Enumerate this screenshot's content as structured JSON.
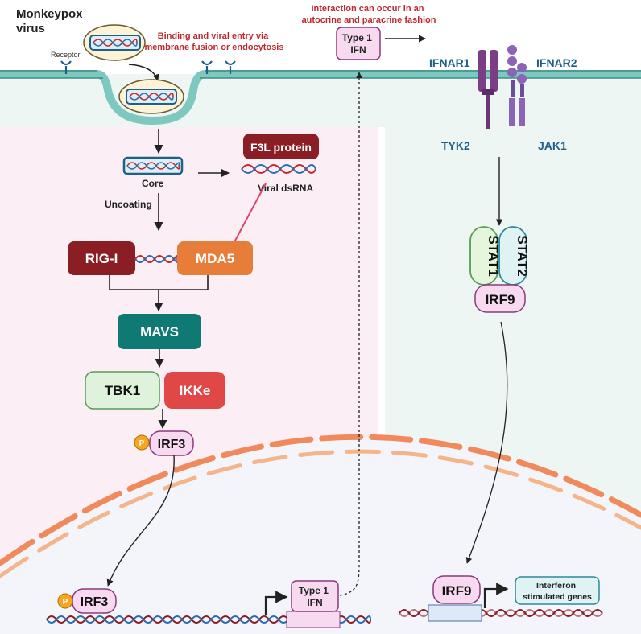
{
  "virus": {
    "name_line1": "Monkeypox",
    "name_line2": "virus"
  },
  "receptor_label": "Receptor",
  "entry_label": {
    "line1": "Binding and viral entry via",
    "line2": "membrane fusion or endocytosis"
  },
  "interaction_label": {
    "line1": "Interaction can occur in an",
    "line2": "autocrine and paracrine fashion"
  },
  "type1_ifn_top": {
    "line1": "Type 1",
    "line2": "IFN"
  },
  "receptors": {
    "ifnar1": "IFNAR1",
    "ifnar2": "IFNAR2",
    "tyk2": "TYK2",
    "jak1": "JAK1"
  },
  "core_label": "Core",
  "uncoating_label": "Uncoating",
  "f3l_label": "F3L protein",
  "viral_dsrna_label": "Viral dsRNA",
  "rig_i_label": "RIG-I",
  "mda5_label": "MDA5",
  "mavs_label": "MAVS",
  "tbk1_label": "TBK1",
  "ikke_label": "IKKe",
  "irf3_label": "IRF3",
  "phospho_label": "P",
  "stat1_label": "STAT1",
  "stat2_label": "STAT2",
  "irf9_label": "IRF9",
  "type1_ifn_gene": {
    "line1": "Type 1",
    "line2": "IFN"
  },
  "isg_label": {
    "line1": "Interferon",
    "line2": "stimulated genes"
  },
  "colors": {
    "membrane": "#7ec8c0",
    "dna_red": "#c0282e",
    "dna_blue": "#2b6cb0",
    "rig_i": "#8b1e24",
    "mda5": "#e67e3a",
    "mavs": "#0f7a73",
    "tbk1": "#dff3dc",
    "ikke": "#e04848",
    "irf": "#f7d9f0",
    "nucleus": "#f08a5d"
  }
}
